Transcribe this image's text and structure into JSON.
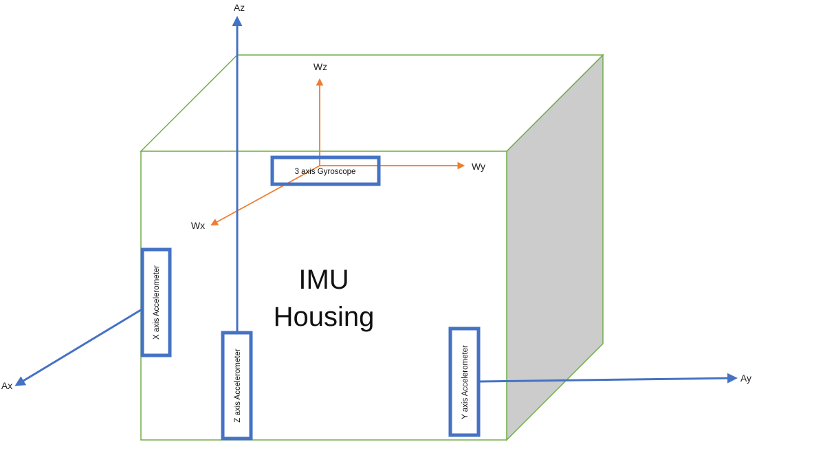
{
  "colors": {
    "housing_edge": "#70ad47",
    "side_face": "#cccccc",
    "accel_axis": "#4472c4",
    "gyro_axis": "#ed7d31",
    "sensor_border": "#4472c4",
    "text": "#222222"
  },
  "housing": {
    "label_line1": "IMU",
    "label_line2": "Housing"
  },
  "sensors": {
    "gyroscope": "3 axis Gyroscope",
    "x_accelerometer": "X axis Accelerometer",
    "z_accelerometer": "Z axis Accelerometer",
    "y_accelerometer": "Y axis Accelerometer"
  },
  "accel_axes": {
    "x": "Ax",
    "y": "Ay",
    "z": "Az"
  },
  "gyro_axes": {
    "x": "Wx",
    "y": "Wy",
    "z": "Wz"
  }
}
